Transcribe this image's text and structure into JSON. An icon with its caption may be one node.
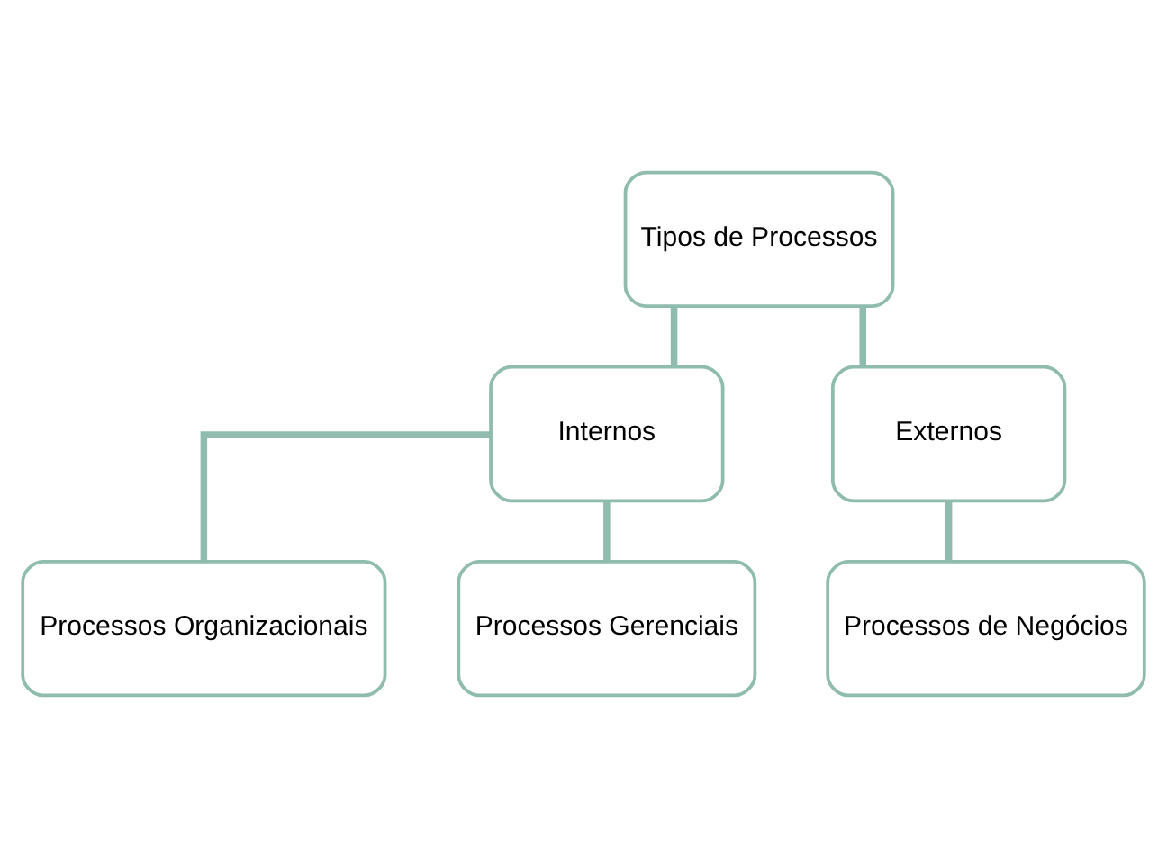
{
  "diagram": {
    "nodes": [
      {
        "text": [
          "Tipos de Processos"
        ]
      },
      {
        "text": [
          "Internos"
        ]
      },
      {
        "text": [
          "Externos"
        ]
      },
      {
        "text": [
          "Processos Organizacionais"
        ]
      },
      {
        "text": [
          "Processos Gerenciais"
        ]
      },
      {
        "text": [
          "Processos de Negócios"
        ]
      }
    ],
    "edges": [
      {
        "from": 0,
        "to": 1,
        "arrow": "none"
      },
      {
        "from": 0,
        "to": 2,
        "arrow": "none"
      },
      {
        "from": 1,
        "to": 3,
        "arrow": "none"
      },
      {
        "from": 1,
        "to": 4,
        "arrow": "none"
      },
      {
        "from": 2,
        "to": 5,
        "arrow": "none"
      }
    ]
  }
}
